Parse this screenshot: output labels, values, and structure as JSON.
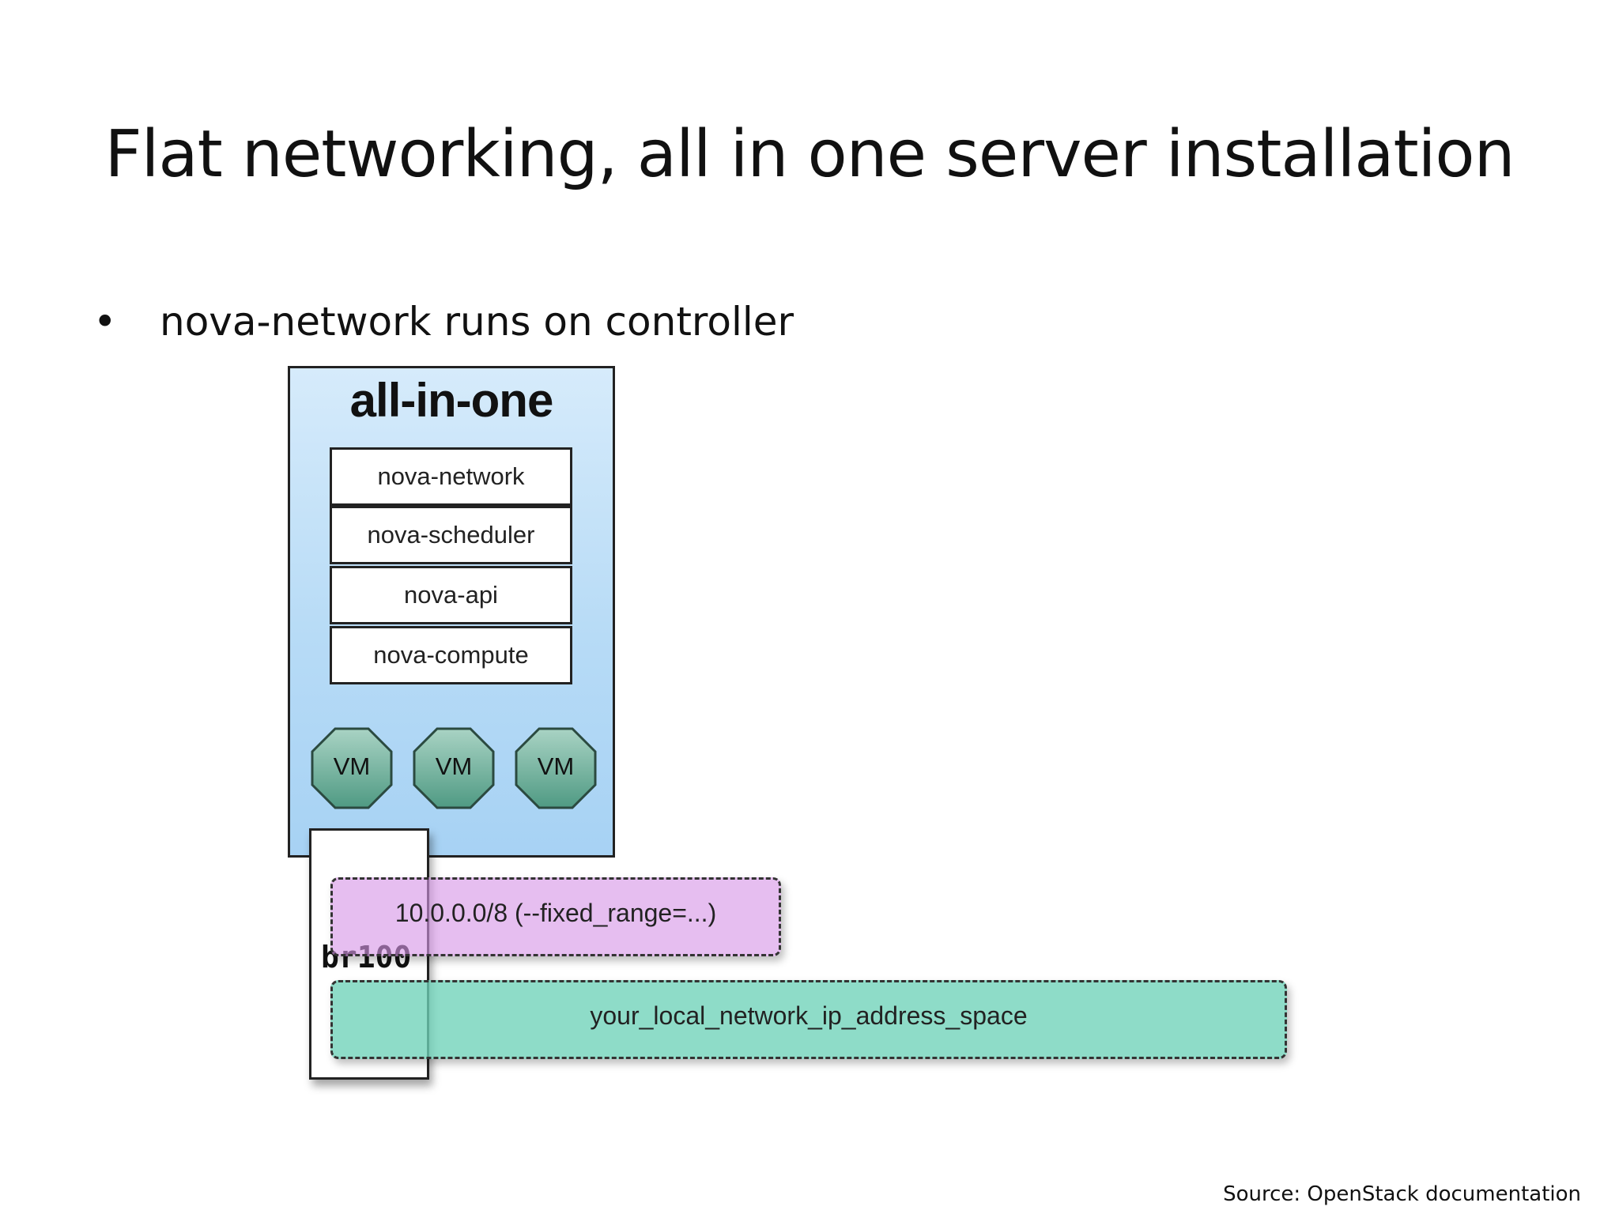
{
  "slide": {
    "title": "Flat networking, all in one server installation",
    "bullets": [
      {
        "marker": "•",
        "text": "nova-network runs on controller"
      }
    ],
    "source": "Source: OpenStack documentation"
  },
  "diagram": {
    "server": {
      "label": "all-in-one",
      "services": [
        "nova-network",
        "nova-scheduler",
        "nova-api",
        "nova-compute"
      ],
      "vms": [
        "VM",
        "VM",
        "VM"
      ]
    },
    "bridge": {
      "label": "br100"
    },
    "networks": {
      "fixed_range": "10.0.0.0/8 (--fixed_range=...)",
      "local": "your_local_network_ip_address_space"
    }
  },
  "colors": {
    "server_fill": "#b7dbf6",
    "vm_fill": "#6fae9a",
    "fixed_range_fill": "#d696e6",
    "local_network_fill": "#6ed2b9"
  }
}
